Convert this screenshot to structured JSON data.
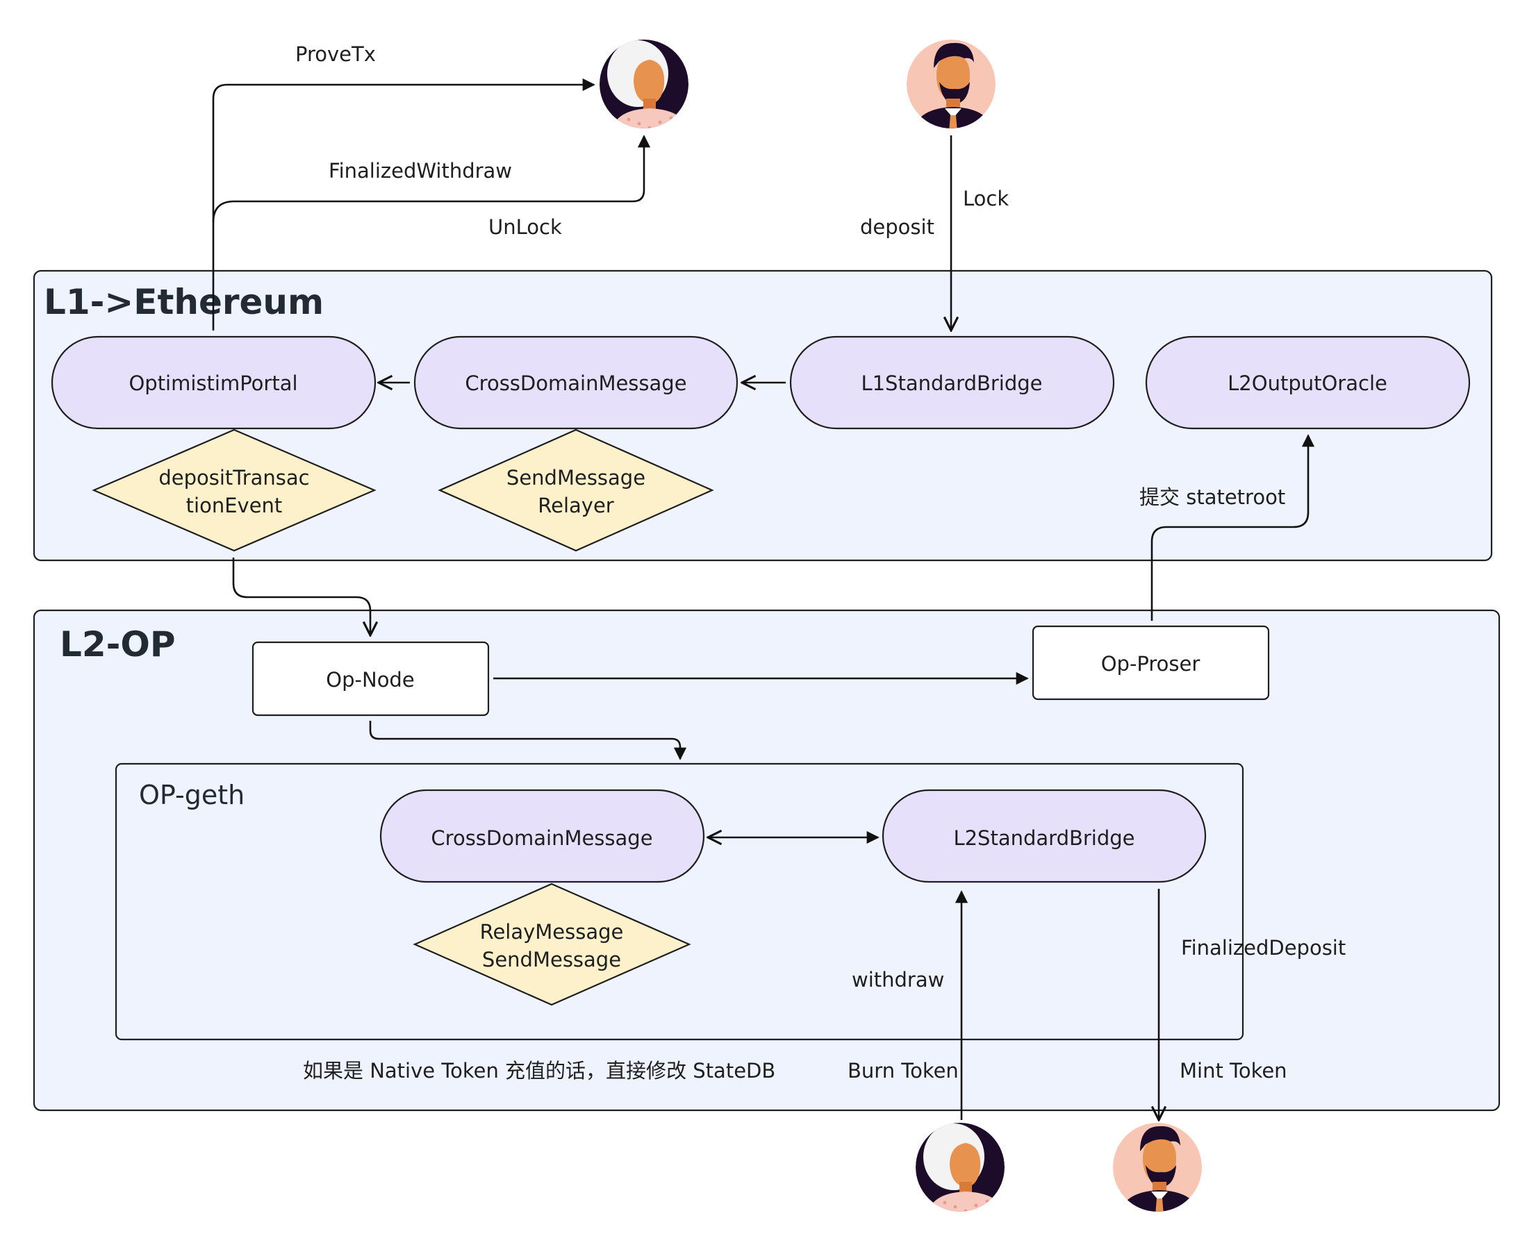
{
  "colors": {
    "group_fill": "#eef3fd",
    "group_stroke": "#1f1f1f",
    "pill_fill": "#e6e0fb",
    "diamond_fill": "#fdf1cc",
    "box_fill": "#ffffff",
    "edge": "#111111",
    "avatar_a_bg": "#1d0b2a",
    "avatar_b_bg": "#f8c6b5"
  },
  "groups": {
    "l1": "L1->Ethereum",
    "l2": "L2-OP",
    "geth": "OP-geth"
  },
  "nodes": {
    "optimism_portal": "OptimistimPortal",
    "cross_domain_l1": "CrossDomainMessage",
    "l1_standard_bridge": "L1StandardBridge",
    "l2_output_oracle": "L2OutputOracle",
    "deposit_event": [
      "depositTransac",
      "tionEvent"
    ],
    "send_relayer": [
      "SendMessage",
      "Relayer"
    ],
    "op_node": "Op-Node",
    "op_proser": "Op-Proser",
    "cross_domain_l2": "CrossDomainMessage",
    "l2_standard_bridge": "L2StandardBridge",
    "relay_send": [
      "RelayMessage",
      "SendMessage"
    ]
  },
  "edge_labels": {
    "prove_tx": "ProveTx",
    "finalized_withdraw": "FinalizedWithdraw",
    "unlock": "UnLock",
    "deposit": "deposit",
    "lock": "Lock",
    "submit_stateroot": "提交 statetroot",
    "withdraw": "withdraw",
    "finalized_deposit": "FinalizedDeposit",
    "burn_token": "Burn Token",
    "mint_token": "Mint Token"
  },
  "notes": {
    "native_token": "如果是 Native Token 充值的话，直接修改 StateDB"
  },
  "icons": {
    "avatar_woman": "woman-avatar-icon",
    "avatar_man": "bearded-man-avatar-icon"
  }
}
